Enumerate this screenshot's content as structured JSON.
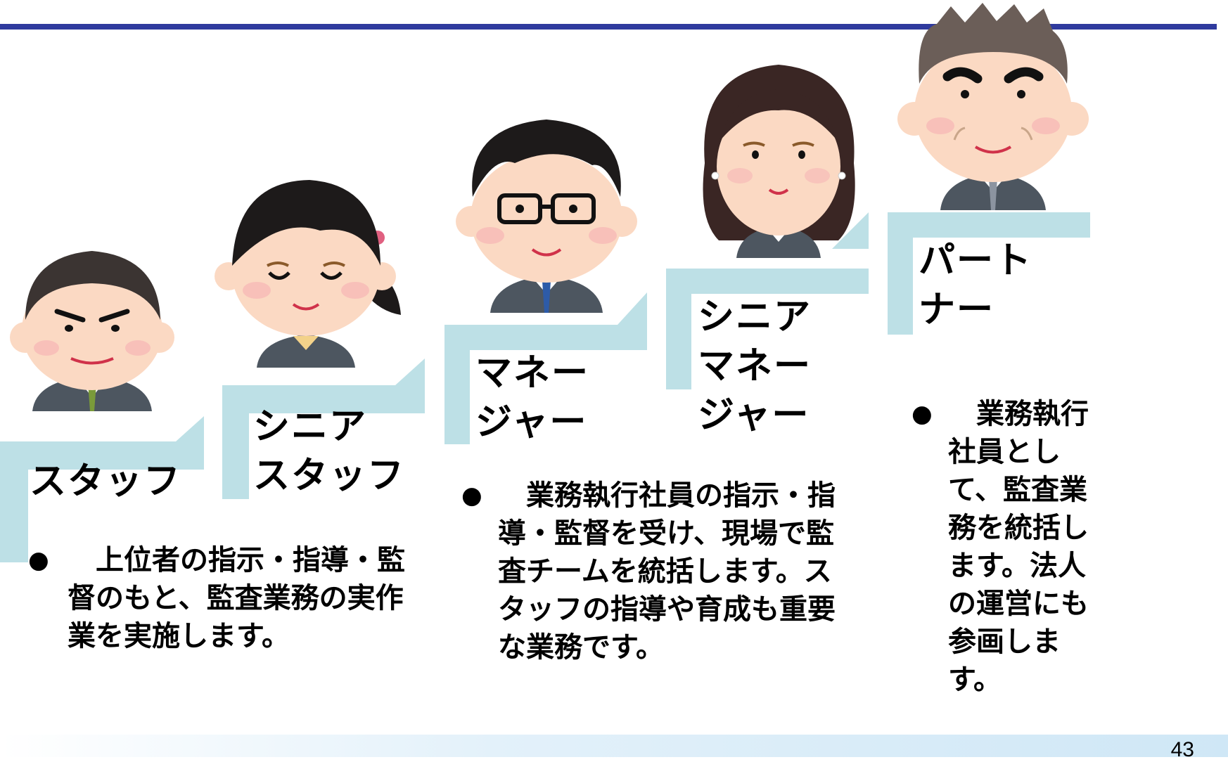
{
  "slide": {
    "page_number": "43"
  },
  "roles": [
    {
      "title": "スタッフ",
      "description": "　上位者の指示・指導・監督のもと、監査業務の実作業を実施します。",
      "icon": "staff-person-icon"
    },
    {
      "title": "シニア\nスタッフ",
      "description": "",
      "icon": "senior-staff-person-icon"
    },
    {
      "title": "マネー\nジャー",
      "description": "　業務執行社員の指示・指導・監督を受け、現場で監査チームを統括します。スタッフの指導や育成も重要な業務です。",
      "icon": "manager-person-icon"
    },
    {
      "title": "シニア\nマネー\nジャー",
      "description": "",
      "icon": "senior-manager-person-icon"
    },
    {
      "title": "パート\nナー",
      "description": "　業務執行社員として、監査業務を統括します。法人の運営にも参画します。",
      "icon": "partner-person-icon"
    }
  ],
  "bullet_symbol": "●",
  "colors": {
    "accent_rule": "#2f3a9e",
    "step_fill": "#bde0e6",
    "step_shadow": "#9fcfd8",
    "skin": "#fbd9c3",
    "suit": "#4d5660"
  }
}
